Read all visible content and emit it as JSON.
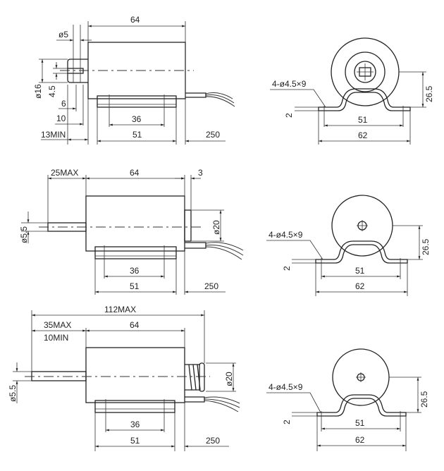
{
  "views": [
    {
      "side": {
        "length": "64",
        "dia_pin": "ø5",
        "dia_body_stub": "ø16",
        "slot": "4.5",
        "d6": "6",
        "d10": "10",
        "d13": "13MIN",
        "mount_holes": "36",
        "foot": "51",
        "lead": "250"
      },
      "end": {
        "holes": "4-ø4.5×9",
        "thickness": "2",
        "hole_pitch": "51",
        "width": "62",
        "height": "26.5"
      }
    },
    {
      "side": {
        "stroke": "25MAX",
        "length": "64",
        "plate": "3",
        "dia_shaft": "ø5.5",
        "dia_end": "ø20",
        "mount_holes": "36",
        "foot": "51",
        "lead": "250"
      },
      "end": {
        "holes": "4-ø4.5×9",
        "thickness": "2",
        "hole_pitch": "51",
        "width": "62",
        "height": "26.5"
      }
    },
    {
      "side": {
        "overall": "112MAX",
        "stroke_max": "35MAX",
        "stroke_min": "10MIN",
        "length": "64",
        "dia_shaft": "ø5.5",
        "dia_spring": "ø20",
        "mount_holes": "36",
        "foot": "51",
        "lead": "250"
      },
      "end": {
        "holes": "4-ø4.5×9",
        "thickness": "2",
        "hole_pitch": "51",
        "width": "62",
        "height": "26.5"
      }
    }
  ]
}
